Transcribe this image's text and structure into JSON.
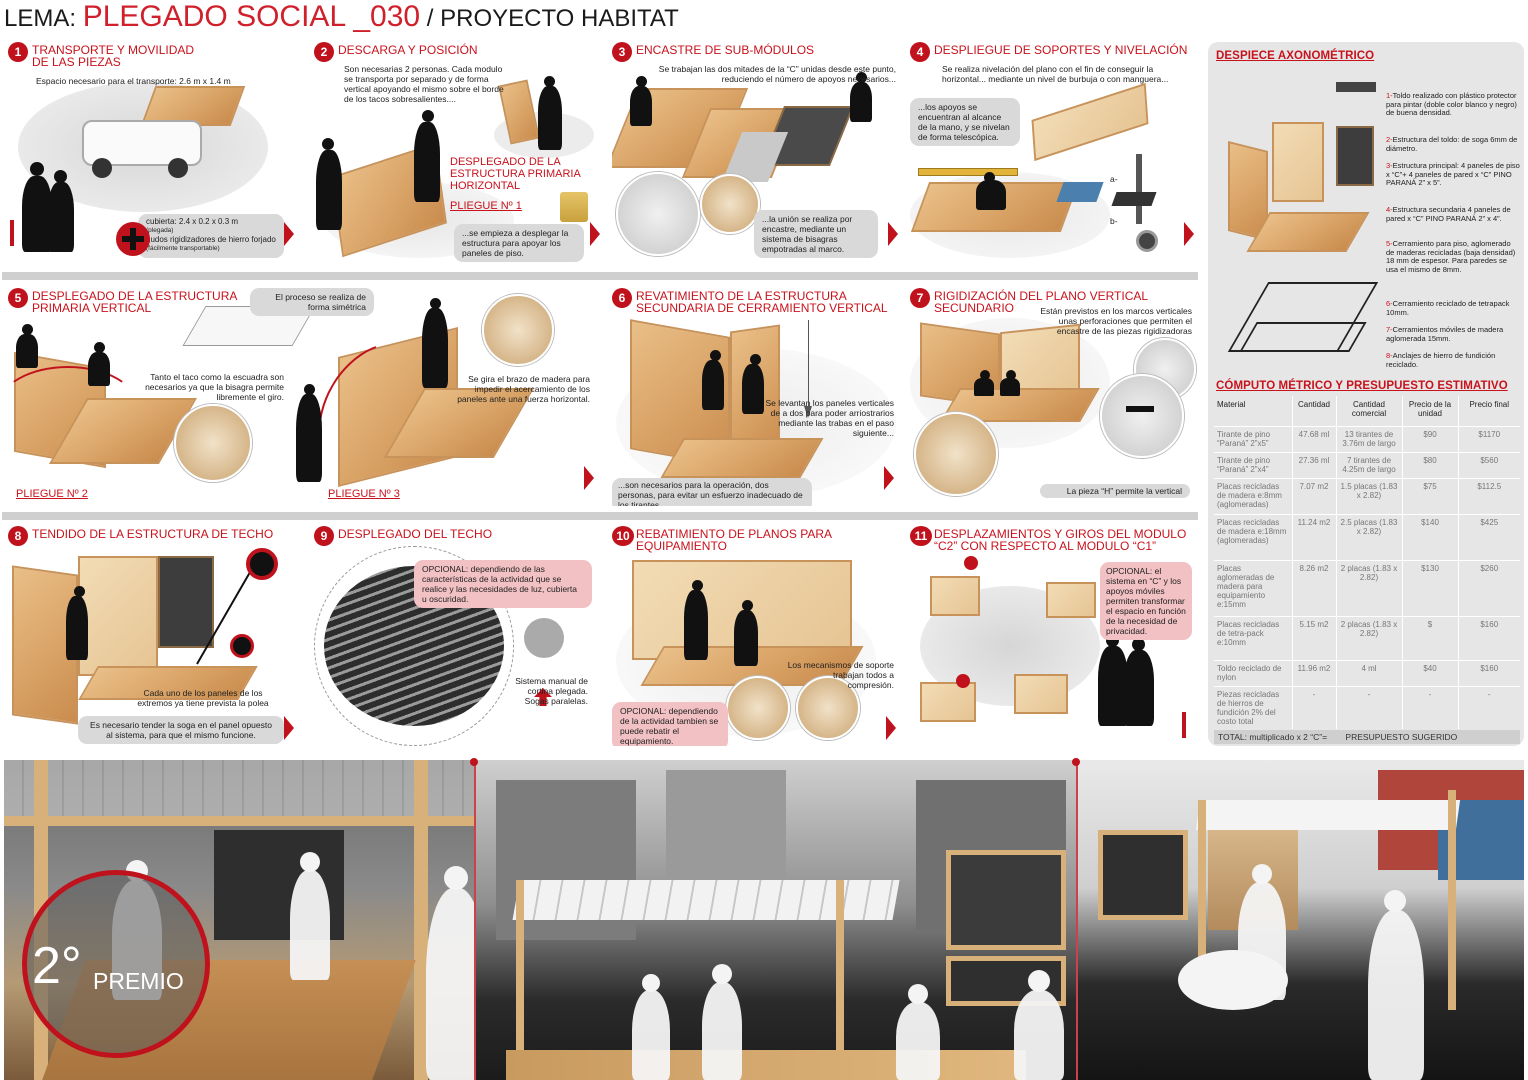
{
  "header": {
    "lema": "LEMA: ",
    "title": "PLEGADO SOCIAL _030",
    "subtitle": " / PROYECTO HABITAT"
  },
  "steps": [
    {
      "num": "1",
      "title": "TRANSPORTE Y MOVILIDAD DE LAS PIEZAS",
      "texts": [
        "Espacio necesario para el transporte: 2.6 m x 1.4 m",
        "cubierta: 2.4 x 0.2 x 0.3 m",
        "(plegada)",
        "nudos rigidizadores de hierro forjado",
        "(fácilmente transportable)"
      ]
    },
    {
      "num": "2",
      "title": "DESCARGA Y POSICIÓN",
      "texts": [
        "Son necesarias 2 personas. Cada modulo se transporta por separado y de forma vertical apoyando el mismo sobre el borde de los tacos sobresalientes....",
        "DESPLEGADO DE LA ESTRUCTURA PRIMARIA HORIZONTAL",
        "PLIEGUE Nº 1",
        "...se empieza a desplegar la estructura para apoyar los paneles de piso."
      ]
    },
    {
      "num": "3",
      "title": "ENCASTRE DE SUB-MÓDULOS",
      "texts": [
        "Se trabajan las dos mitades de la “C” unidas desde este punto, reduciendo el número de apoyos necesarios...",
        "...la unión se realiza por encastre, mediante un sistema de bisagras empotradas al marco."
      ]
    },
    {
      "num": "4",
      "title": "DESPLIEGUE DE SOPORTES Y NIVELACIÓN",
      "texts": [
        "Se realiza nivelación del plano con el fin de conseguir la horizontal... mediante un nivel de burbuja o con manguera...",
        "...los apoyos se encuentran al alcance de la mano, y se nivelan de forma telescópica.",
        "a-",
        "b-"
      ]
    },
    {
      "num": "5",
      "title": "DESPLEGADO DE LA ESTRUCTURA PRIMARIA VERTICAL",
      "texts": [
        "El proceso se realiza de forma simétrica",
        "Tanto el taco como la escuadra son necesarios ya que la bisagra permite libremente el giro.",
        "Se gira el brazo de madera para impedir el acercamiento de los paneles ante una fuerza horizontal.",
        "PLIEGUE Nº 2",
        "PLIEGUE Nº 3"
      ]
    },
    {
      "num": "6",
      "title": "REVATIMIENTO DE LA ESTRUCTURA SECUNDARIA DE CERRAMIENTO VERTICAL",
      "texts": [
        "Se levantan los paneles verticales de a dos para poder arriostrarios mediante las trabas en el paso siguiente...",
        "...son necesarios para la operación, dos personas, para evitar un esfuerzo inadecuado de los tirantes."
      ]
    },
    {
      "num": "7",
      "title": "RIGIDIZACIÓN DEL PLANO VERTICAL SECUNDARIO",
      "texts": [
        "Están previstos en los marcos verticales unas perforaciones que permiten el encastre de las piezas rigidizadoras",
        "La pieza “H” permite la vertical"
      ]
    },
    {
      "num": "8",
      "title": "TENDIDO DE LA ESTRUCTURA DE TECHO",
      "texts": [
        "Cada uno de los paneles de los extremos ya tiene prevista la polea",
        "Es necesario tender la soga en el panel opuesto al sistema, para que el mismo funcione."
      ]
    },
    {
      "num": "9",
      "title": "DESPLEGADO DEL TECHO",
      "texts": [
        "OPCIONAL: dependiendo de las características de la actividad que se realice y las necesidades de luz, cubierta u oscuridad.",
        "Sistema manual de cortina plegada. Sogas paralelas."
      ]
    },
    {
      "num": "10",
      "title": "REBATIMIENTO DE PLANOS PARA EQUIPAMIENTO",
      "texts": [
        "Los mecanismos de soporte trabajan todos a compresión.",
        "OPCIONAL: dependiendo de la actividad tambien se puede rebatir el equipamiento."
      ]
    },
    {
      "num": "11",
      "title": "DESPLAZAMIENTOS Y GIROS DEL MODULO “C2” CON RESPECTO AL MODULO “C1”",
      "texts": [
        "OPCIONAL: el sistema en “C” y los apoyos móviles permiten transformar el espacio en función de la necesidad de privacidad."
      ]
    }
  ],
  "axonometric": {
    "title": "DESPIECE AXONOMÉTRICO",
    "items": [
      {
        "n": "1-",
        "text": "Toldo realizado con plástico protector para pintar (doble color blanco y negro) de buena densidad."
      },
      {
        "n": "2-",
        "text": "Estructura del toldo: de soga 6mm de diámetro."
      },
      {
        "n": "3-",
        "text": "Estructura principal: 4 paneles de piso x “C”+ 4 paneles de pared x “C” PINO PARANÁ 2” x 5”."
      },
      {
        "n": "4-",
        "text": "Estructura secundaria 4 paneles de pared x “C” PINO PARANÁ 2” x 4”."
      },
      {
        "n": "5-",
        "text": "Cerramiento para piso, aglomerado de maderas recicladas (baja densidad) 18 mm de espesor. Para paredes se usa el mismo de 8mm."
      },
      {
        "n": "6-",
        "text": "Cerramiento reciclado de tetrapack 10mm."
      },
      {
        "n": "7-",
        "text": "Cerramientos móviles de madera aglomerada 15mm."
      },
      {
        "n": "8-",
        "text": "Anclajes de hierro de fundición reciclado."
      }
    ]
  },
  "budget": {
    "title": "CÓMPUTO MÉTRICO Y PRESUPUESTO ESTIMATIVO",
    "headers": [
      "Material",
      "Cantidad",
      "Cantidad comercial",
      "Precio de la unidad",
      "Precio final"
    ],
    "rows": [
      [
        "Tirante de pino “Paraná” 2”x5”",
        "47.68 ml",
        "13 tirantes de 3.76m de largo",
        "$90",
        "$1170"
      ],
      [
        "Tirante de pino “Paraná” 2”x4”",
        "27.36 ml",
        "7 tirantes de 4.25m de largo",
        "$80",
        "$560"
      ],
      [
        "Placas recicladas de madera e:8mm (aglomeradas)",
        "7.07 m2",
        "1.5 placas (1.83 x 2.82)",
        "$75",
        "$112.5"
      ],
      [
        "Placas recicladas de madera e:18mm (aglomeradas)",
        "11.24 m2",
        "2.5 placas (1.83 x 2.82)",
        "$140",
        "$425"
      ],
      [
        "Placas aglomeradas de madera para equipamiento e:15mm",
        "8.26 m2",
        "2 placas (1.83 x 2.82)",
        "$130",
        "$260"
      ],
      [
        "Placas recicladas de tetra-pack e:10mm",
        "5.15 m2",
        "2 placas (1.83 x 2.82)",
        "$",
        "$160"
      ],
      [
        "Toldo reciclado de nylon",
        "11.96 m2",
        "4 ml",
        "$40",
        "$160"
      ],
      [
        "Piezas recicladas de hierros de fundición 2% del costo total",
        "-",
        "-",
        "-",
        "-"
      ]
    ],
    "total_label": "TOTAL: multiplicado x 2 “C”=",
    "total_value": "PRESUPUESTO SUGERIDO"
  },
  "prize": {
    "number": "2°",
    "label": "PREMIO"
  },
  "colors": {
    "accent": "#c0121c",
    "panel_bg": "#e6e6e6",
    "wood": "#d8a164"
  },
  "icons": [
    "step-number-badge",
    "red-arrow-right",
    "red-cross-icon",
    "person-silhouette",
    "detail-magnifier"
  ]
}
